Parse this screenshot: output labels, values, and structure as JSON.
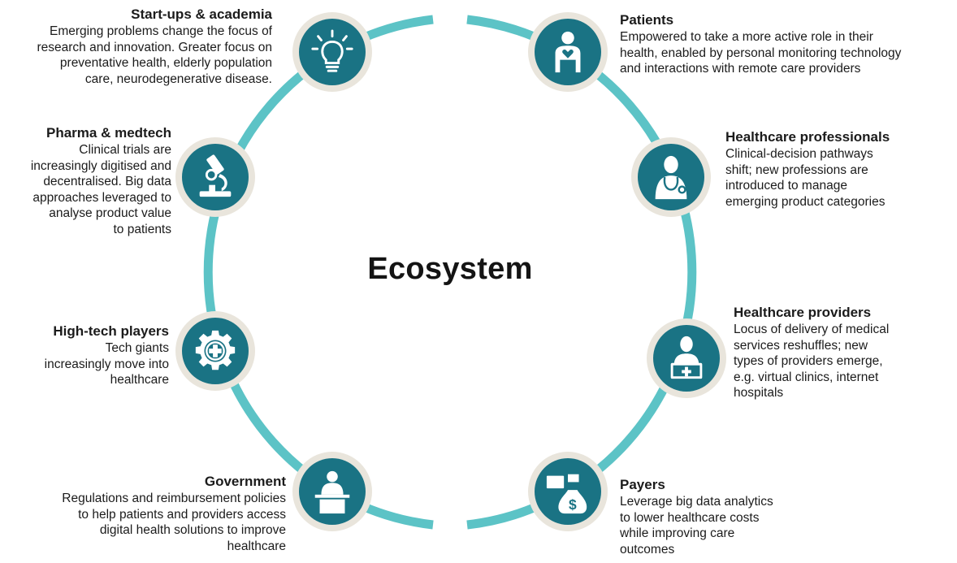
{
  "center": {
    "title": "Ecosystem"
  },
  "colors": {
    "ring": "#5cc3c6",
    "icon_disc": "#1a7384",
    "icon_halo": "#e9e5dc"
  },
  "stakeholders": [
    {
      "title": "Start-ups & academia",
      "icon": "lightbulb-icon",
      "lines": [
        "Emerging problems change the focus of",
        "research and innovation. Greater focus on",
        "preventative health, elderly population",
        "care, neurodegenerative disease."
      ]
    },
    {
      "title": "Pharma & medtech",
      "icon": "microscope-icon",
      "lines": [
        "Clinical trials are",
        "increasingly digitised and",
        "decentralised. Big data",
        "approaches leveraged to",
        "analyse product value",
        "to patients"
      ]
    },
    {
      "title": "High-tech players",
      "icon": "gear-medical-cross-icon",
      "lines": [
        "Tech giants",
        "increasingly move into",
        "healthcare"
      ]
    },
    {
      "title": "Government",
      "icon": "speaker-at-podium-icon",
      "lines": [
        "Regulations and reimbursement policies",
        "to help patients and providers access",
        "digital health solutions to improve",
        "healthcare"
      ]
    },
    {
      "title": "Patients",
      "icon": "patient-heart-icon",
      "lines": [
        "Empowered to take a more active role in their",
        "health, enabled by personal monitoring technology",
        "and interactions with remote care providers"
      ]
    },
    {
      "title": "Healthcare professionals",
      "icon": "doctor-stethoscope-icon",
      "lines": [
        "Clinical-decision pathways",
        "shift; new professions are",
        "introduced to manage",
        "emerging product categories"
      ]
    },
    {
      "title": "Healthcare providers",
      "icon": "provider-laptop-cross-icon",
      "lines": [
        "Locus of delivery of medical",
        "services reshuffles; new",
        "types of providers emerge,",
        "e.g. virtual clinics, internet",
        "hospitals"
      ]
    },
    {
      "title": "Payers",
      "icon": "money-bag-payment-icon",
      "lines": [
        "Leverage big data analytics",
        "to lower healthcare costs",
        "while improving care",
        "outcomes"
      ]
    }
  ]
}
